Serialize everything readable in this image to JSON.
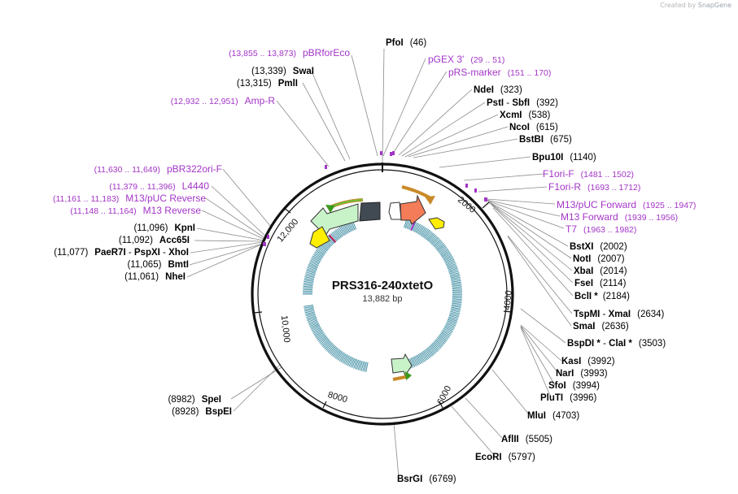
{
  "header": {
    "credit_prefix": "Created by",
    "credit_brand": "SnapGene"
  },
  "plasmid": {
    "name": "PRS316-240xtetO",
    "length": "13,882 bp"
  },
  "colors": {
    "enzyme": "#000000",
    "primer": "#a335c7",
    "backbone": "#000000",
    "tet_operator": "#3f8ea3"
  },
  "ruler_ticks": [
    "2000",
    "4000",
    "6000",
    "8000",
    "10,000",
    "12,000"
  ],
  "enzymes": [
    {
      "name": "PfoI",
      "pos": "(46)",
      "side": "right"
    },
    {
      "name": "NdeI",
      "pos": "(323)",
      "side": "right"
    },
    {
      "name": "PstI",
      "name2": "SbfI",
      "pos": "(392)",
      "side": "right"
    },
    {
      "name": "XcmI",
      "pos": "(538)",
      "side": "right"
    },
    {
      "name": "NcoI",
      "pos": "(615)",
      "side": "right"
    },
    {
      "name": "BstBI",
      "pos": "(675)",
      "side": "right"
    },
    {
      "name": "Bpu10I",
      "pos": "(1140)",
      "side": "right"
    },
    {
      "name": "BstXI",
      "pos": "(2002)",
      "side": "right"
    },
    {
      "name": "NotI",
      "pos": "(2007)",
      "side": "right"
    },
    {
      "name": "XbaI",
      "pos": "(2014)",
      "side": "right"
    },
    {
      "name": "FseI",
      "pos": "(2114)",
      "side": "right"
    },
    {
      "name": "BclI *",
      "pos": "(2184)",
      "side": "right"
    },
    {
      "name": "TspMI",
      "name2": "XmaI",
      "pos": "(2634)",
      "side": "right"
    },
    {
      "name": "SmaI",
      "pos": "(2636)",
      "side": "right"
    },
    {
      "name": "BspDI *",
      "name2": "ClaI *",
      "pos": "(3503)",
      "side": "right"
    },
    {
      "name": "KasI",
      "pos": "(3992)",
      "side": "right"
    },
    {
      "name": "NarI",
      "pos": "(3993)",
      "side": "right"
    },
    {
      "name": "SfoI",
      "pos": "(3994)",
      "side": "right"
    },
    {
      "name": "PluTI",
      "pos": "(3996)",
      "side": "right"
    },
    {
      "name": "MluI",
      "pos": "(4703)",
      "side": "right"
    },
    {
      "name": "AflII",
      "pos": "(5505)",
      "side": "right"
    },
    {
      "name": "EcoRI",
      "pos": "(5797)",
      "side": "right"
    },
    {
      "name": "BsrGI",
      "pos": "(6769)",
      "side": "right"
    },
    {
      "name": "SpeI",
      "pos": "(8982)",
      "side": "left"
    },
    {
      "name": "BspEI",
      "pos": "(8928)",
      "side": "left"
    },
    {
      "name": "NheI",
      "pos": "(11,061)",
      "side": "left"
    },
    {
      "name": "BmtI",
      "pos": "(11,065)",
      "side": "left"
    },
    {
      "name": "PaeR7I",
      "name2": "PspXI",
      "name3": "XhoI",
      "pos": "(11,077)",
      "side": "left"
    },
    {
      "name": "Acc65I",
      "pos": "(11,092)",
      "side": "left"
    },
    {
      "name": "KpnI",
      "pos": "(11,096)",
      "side": "left"
    },
    {
      "name": "PmlI",
      "pos": "(13,315)",
      "side": "left"
    },
    {
      "name": "SwaI",
      "pos": "(13,339)",
      "side": "left"
    }
  ],
  "primers": [
    {
      "name": "pBRforEco",
      "range": "(13,855 .. 13,873)",
      "side": "left"
    },
    {
      "name": "pGEX 3'",
      "range": "(29 .. 51)",
      "side": "right"
    },
    {
      "name": "pRS-marker",
      "range": "(151 .. 170)",
      "side": "right"
    },
    {
      "name": "Amp-R",
      "range": "(12,932 .. 12,951)",
      "side": "left"
    },
    {
      "name": "F1ori-F",
      "range": "(1481 .. 1502)",
      "side": "right"
    },
    {
      "name": "F1ori-R",
      "range": "(1693 .. 1712)",
      "side": "right"
    },
    {
      "name": "M13/pUC Forward",
      "range": "(1925 .. 1947)",
      "side": "right"
    },
    {
      "name": "M13 Forward",
      "range": "(1939 .. 1956)",
      "side": "right"
    },
    {
      "name": "T7",
      "range": "(1963 .. 1982)",
      "side": "right"
    },
    {
      "name": "pBR322ori-F",
      "range": "(11,630 .. 11,649)",
      "side": "left"
    },
    {
      "name": "L4440",
      "range": "(11,379 .. 11,396)",
      "side": "left"
    },
    {
      "name": "M13/pUC Reverse",
      "range": "(11,161 .. 11,183)",
      "side": "left"
    },
    {
      "name": "M13 Reverse",
      "range": "(11,148 .. 11,164)",
      "side": "left"
    }
  ]
}
